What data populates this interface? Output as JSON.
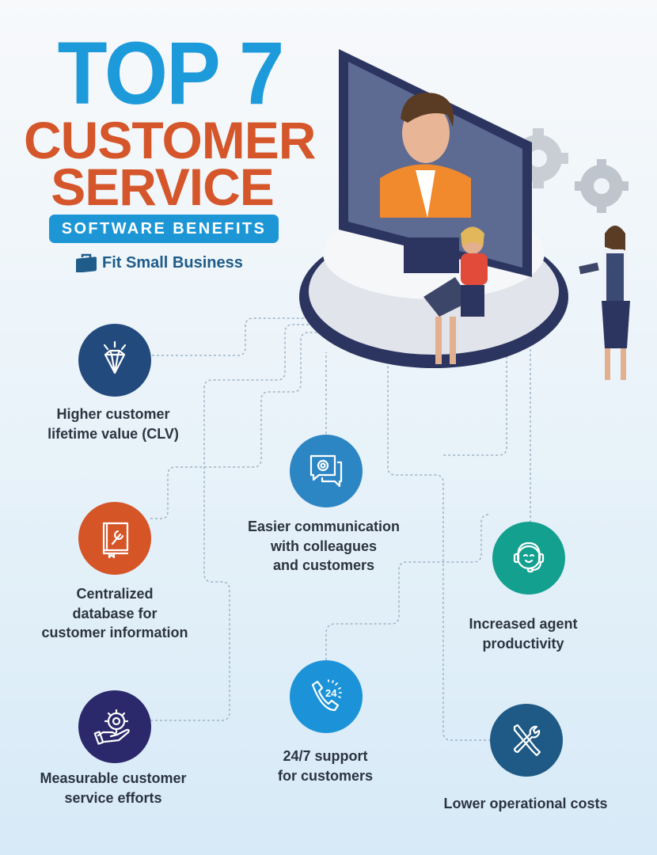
{
  "title": {
    "line1": "TOP 7",
    "line2": "CUSTOMER",
    "line3": "SERVICE",
    "subtitle": "SOFTWARE BENEFITS"
  },
  "brand": {
    "name": "Fit Small Business",
    "icon": "briefcase-icon"
  },
  "colors": {
    "title_blue": "#1d9ad9",
    "title_orange": "#d5562a",
    "text": "#2b3440",
    "brand": "#1f5c8a"
  },
  "benefits": [
    {
      "icon": "diamond-icon",
      "color": "#234a7d",
      "lines": [
        "Higher customer",
        "lifetime value (CLV)"
      ]
    },
    {
      "icon": "manual-wrench-icon",
      "color": "#d55527",
      "lines": [
        "Centralized",
        "database for",
        "customer information"
      ]
    },
    {
      "icon": "hand-gear-icon",
      "color": "#2b286b",
      "lines": [
        "Measurable customer",
        "service efforts"
      ]
    },
    {
      "icon": "chat-gear-icon",
      "color": "#2d86c4",
      "lines": [
        "Easier communication",
        "with colleagues",
        "and customers"
      ]
    },
    {
      "icon": "phone-24-icon",
      "color": "#1c93d8",
      "lines": [
        "24/7 support",
        "for customers"
      ],
      "badge": "24"
    },
    {
      "icon": "agent-headset-icon",
      "color": "#14a08f",
      "lines": [
        "Increased agent",
        "productivity"
      ]
    },
    {
      "icon": "tools-icon",
      "color": "#1e5a85",
      "lines": [
        "Lower operational costs"
      ]
    }
  ]
}
